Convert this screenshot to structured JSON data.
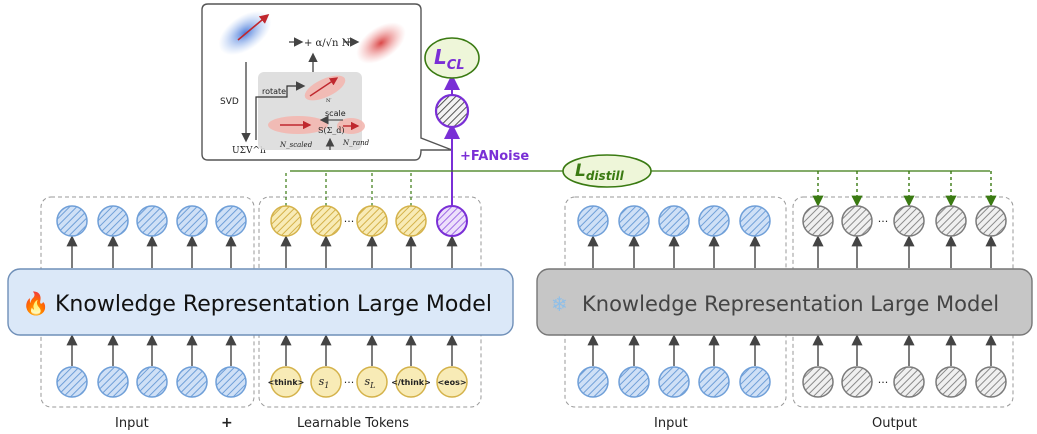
{
  "colors": {
    "blue_node": "#6f9fd8",
    "blue_fill": "#cfe0f6",
    "yellow_node": "#d4b24a",
    "yellow_fill": "#f8ebb6",
    "purple": "#7a2fd6",
    "green": "#3a7a12",
    "green_fill": "#eef6d9",
    "gray_node": "#7a7a7a",
    "gray_fill": "#e6e6e6",
    "model_blue_fill": "#dbe8f8",
    "model_gray_fill": "#c6c6c6"
  },
  "inset": {
    "svd_label": "SVD",
    "rotate_label": "rotate",
    "scale_label": "scale",
    "noise_expr": "+ α/√n N′",
    "n_prime": "N′",
    "n_scaled": "N_scaled",
    "s_sigma": "S(Σ_d)",
    "n_rand": "N_rand",
    "usv": "UΣV^h"
  },
  "loss_cl": {
    "main": "L",
    "sub": "CL"
  },
  "loss_distill": {
    "main": "L",
    "sub": "distill"
  },
  "fanoise_label": "+FANoise",
  "left_model": {
    "icon": "fire-icon",
    "label": "Knowledge Representation Large Model"
  },
  "right_model": {
    "icon": "snowflake-icon",
    "label": "Knowledge Representation Large Model"
  },
  "tokens": {
    "think_open": "<think>",
    "s1": {
      "main": "s",
      "sub": "1"
    },
    "sL": {
      "main": "s",
      "sub": "L"
    },
    "think_close": "</think>",
    "eos": "<eos>",
    "ellipsis": "···"
  },
  "bottom_labels": {
    "input_left": "Input",
    "plus": "+",
    "learnable": "Learnable Tokens",
    "input_right": "Input",
    "output": "Output"
  }
}
